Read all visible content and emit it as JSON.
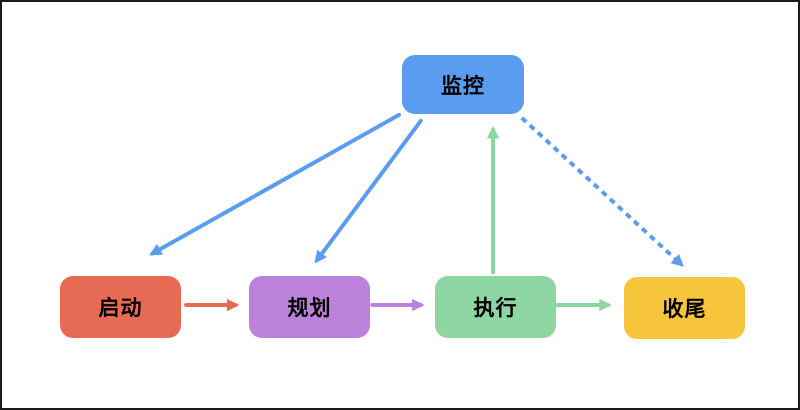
{
  "diagram": {
    "type": "flowchart",
    "background_color": "#ffffff",
    "frame_border_color": "#1a1a1a",
    "colors": {
      "blue": "#5A9CF0",
      "red": "#E76A55",
      "purple": "#BB81DB",
      "green": "#8DD5A1",
      "yellow": "#F7C53C",
      "text": "#000000"
    },
    "nodes": [
      {
        "id": "monitor",
        "label": "监控",
        "color": "#5A9CF0"
      },
      {
        "id": "start",
        "label": "启动",
        "color": "#E76A55"
      },
      {
        "id": "plan",
        "label": "规划",
        "color": "#BB81DB"
      },
      {
        "id": "exec",
        "label": "执行",
        "color": "#8DD5A1"
      },
      {
        "id": "close",
        "label": "收尾",
        "color": "#F7C53C"
      }
    ],
    "edges": [
      {
        "from": "监控",
        "to": "启动",
        "style": "solid",
        "color": "#5A9CF0"
      },
      {
        "from": "监控",
        "to": "规划",
        "style": "solid",
        "color": "#5A9CF0"
      },
      {
        "from": "监控",
        "to": "收尾",
        "style": "dashed",
        "color": "#5A9CF0"
      },
      {
        "from": "执行",
        "to": "监控",
        "style": "solid",
        "color": "#8DD5A1"
      },
      {
        "from": "启动",
        "to": "规划",
        "style": "solid",
        "color": "#E76A55"
      },
      {
        "from": "规划",
        "to": "执行",
        "style": "solid",
        "color": "#BB81DB"
      },
      {
        "from": "执行",
        "to": "收尾",
        "style": "solid",
        "color": "#8DD5A1"
      }
    ]
  }
}
